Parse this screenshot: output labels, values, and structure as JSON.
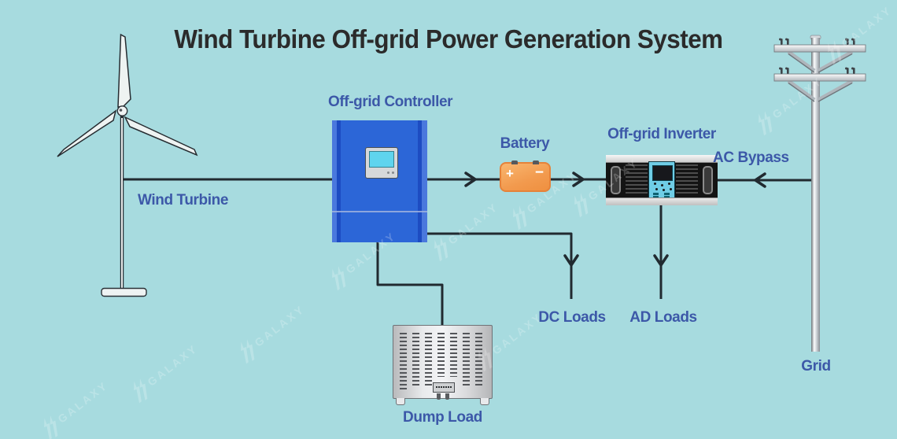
{
  "title": "Wind Turbine Off-grid Power Generation System",
  "nodes": {
    "wind_turbine": {
      "label": "Wind Turbine"
    },
    "controller": {
      "label": "Off-grid Controller"
    },
    "battery": {
      "label": "Battery",
      "plus": "+",
      "minus": "−"
    },
    "inverter": {
      "label": "Off-grid Inverter"
    },
    "dump_load": {
      "label": "Dump Load"
    },
    "dc_loads": {
      "label": "DC Loads"
    },
    "ad_loads": {
      "label": "AD Loads"
    },
    "grid": {
      "label": "Grid"
    },
    "ac_bypass": {
      "label": "AC Bypass"
    }
  },
  "connections": [
    {
      "from": "wind-turbine",
      "to": "off-grid-controller"
    },
    {
      "from": "off-grid-controller",
      "to": "battery"
    },
    {
      "from": "battery",
      "to": "off-grid-inverter"
    },
    {
      "from": "grid",
      "to": "off-grid-inverter",
      "label": "AC Bypass"
    },
    {
      "from": "off-grid-controller",
      "to": "dc-loads"
    },
    {
      "from": "off-grid-inverter",
      "to": "ad-loads"
    },
    {
      "from": "off-grid-controller",
      "to": "dump-load"
    }
  ],
  "watermark": {
    "text": "GALAXY"
  },
  "colors": {
    "background": "#a7dbdf",
    "title_text": "#2b2b2b",
    "label_text": "#3c58a8",
    "controller_blue": "#2c66d7",
    "battery_orange": "#f29a4e",
    "inverter_body": "#141414",
    "panel_cyan": "#6fcde6",
    "line": "#212a30"
  }
}
